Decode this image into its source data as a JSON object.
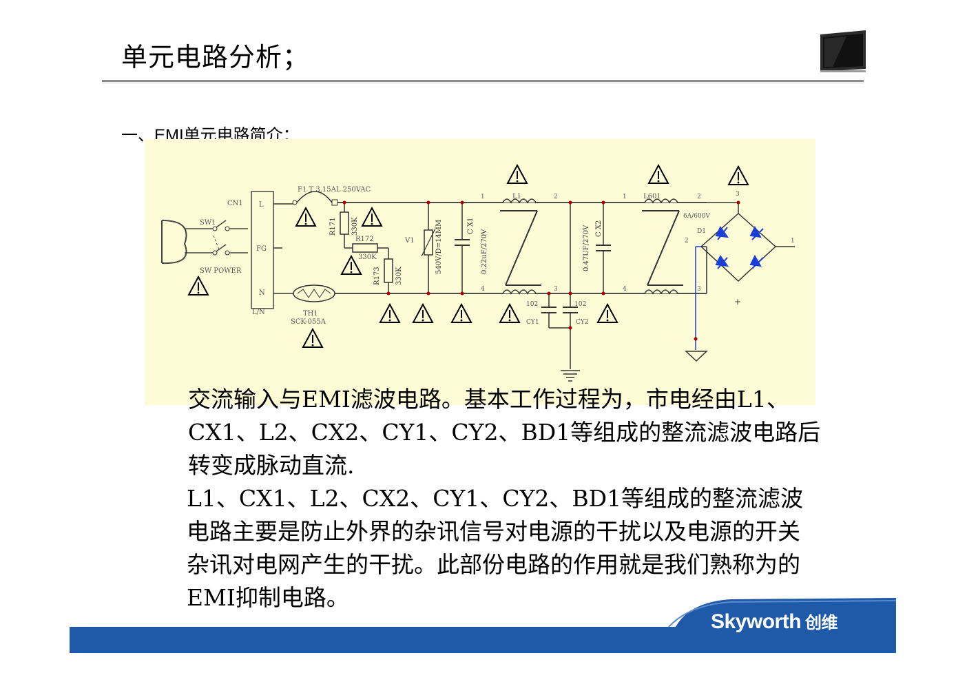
{
  "header": {
    "title": "单元电路分析；"
  },
  "section": {
    "heading_prefix": "一、",
    "heading_latin": "EMI",
    "heading_rest": "单元电路简介："
  },
  "diagram": {
    "labels": {
      "fuse": "F1   T 3.15AL 250VAC",
      "cn1": "CN1",
      "sw1": "SW1",
      "sw_power": "SW POWER",
      "pin_l": "L",
      "pin_fg": "FG",
      "pin_n": "N",
      "ln": "L/N",
      "r171": "R171",
      "r171_val": "330K",
      "r172": "R172",
      "r172_val": "330K",
      "r173": "R173",
      "r173_val": "330K",
      "v1": "V1",
      "v1_val": "540V/D=14MM",
      "cx1": "C X1",
      "cx1_val": "0.22uF/270V",
      "l1": "L1",
      "cx2_val": "0.47UF/270V",
      "cx2": "C X2",
      "l601": "L601",
      "bridge_rating": "6A/600V",
      "d1": "D1",
      "th1": "TH1",
      "th1_part": "SCK-055A",
      "cy1": "CY1",
      "cy2": "CY2",
      "cy1_val": "102",
      "cy2_val": "102",
      "pin1": "1",
      "pin2": "2",
      "pin3": "3",
      "pin4": "4",
      "plus": "+"
    }
  },
  "body": {
    "paragraphs": [
      "交流输入与EMI滤波电路。基本工作过程为，市电经由L1、CX1、L2、CX2、CY1、CY2、BD1等组成的整流滤波电路后转变成脉动直流.",
      "L1、CX1、L2、CX2、CY1、CY2、BD1等组成的整流滤波电路主要是防止外界的杂讯信号对电源的干扰以及电源的开关杂讯对电网产生的干扰。此部份电路的作用就是我们熟称为的EMI抑制电路。"
    ]
  },
  "footer": {
    "brand": "Skyworth",
    "brand_cn": "创维"
  },
  "colors": {
    "footer_blue": "#1f5aa8",
    "diagram_bg": "#fdfcd6",
    "diode_blue": "#1a3fd6",
    "node_red": "#b00000"
  },
  "icons": {
    "header_right": "tv-icon",
    "warning": "warning-triangle-icon",
    "ground": "ground-icon"
  }
}
